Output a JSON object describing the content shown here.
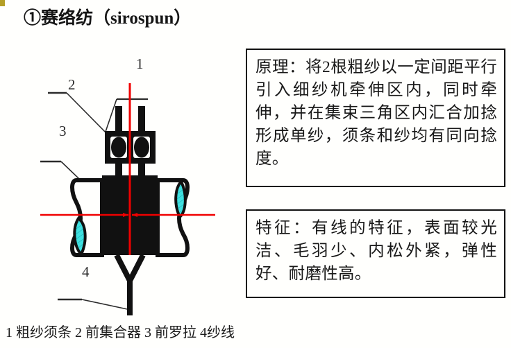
{
  "page": {
    "title": "①赛络纺（sirospun）",
    "background_color": "#fffffd",
    "caption": "1 粗纱须条  2 前集合器  3 前罗拉  4纱线"
  },
  "panels": [
    {
      "id": "principle",
      "text": "原理：将2根粗纱以一定间距平行引入细纱机牵伸区内，同时牵伸，并在集束三角区内汇合加捻形成单纱，须条和纱均有同向捻度。",
      "border_color": "#111111"
    },
    {
      "id": "feature",
      "text": "特征：有线的特征，表面较光洁、毛羽少、内松外紧，弹性好、耐磨性高。",
      "border_color": "#111111"
    }
  ],
  "diagram": {
    "name": "sirospun-spinning-diagram",
    "colors": {
      "line": "#111111",
      "centerline": "#f00000",
      "roller_section_fill": "#3fe0e0",
      "leader": "#3a3a3a"
    },
    "callouts": [
      {
        "number": "1",
        "refers_to": "粗纱须条"
      },
      {
        "number": "2",
        "refers_to": "前集合器"
      },
      {
        "number": "3",
        "refers_to": "前罗拉"
      },
      {
        "number": "4",
        "refers_to": "纱线"
      }
    ]
  }
}
